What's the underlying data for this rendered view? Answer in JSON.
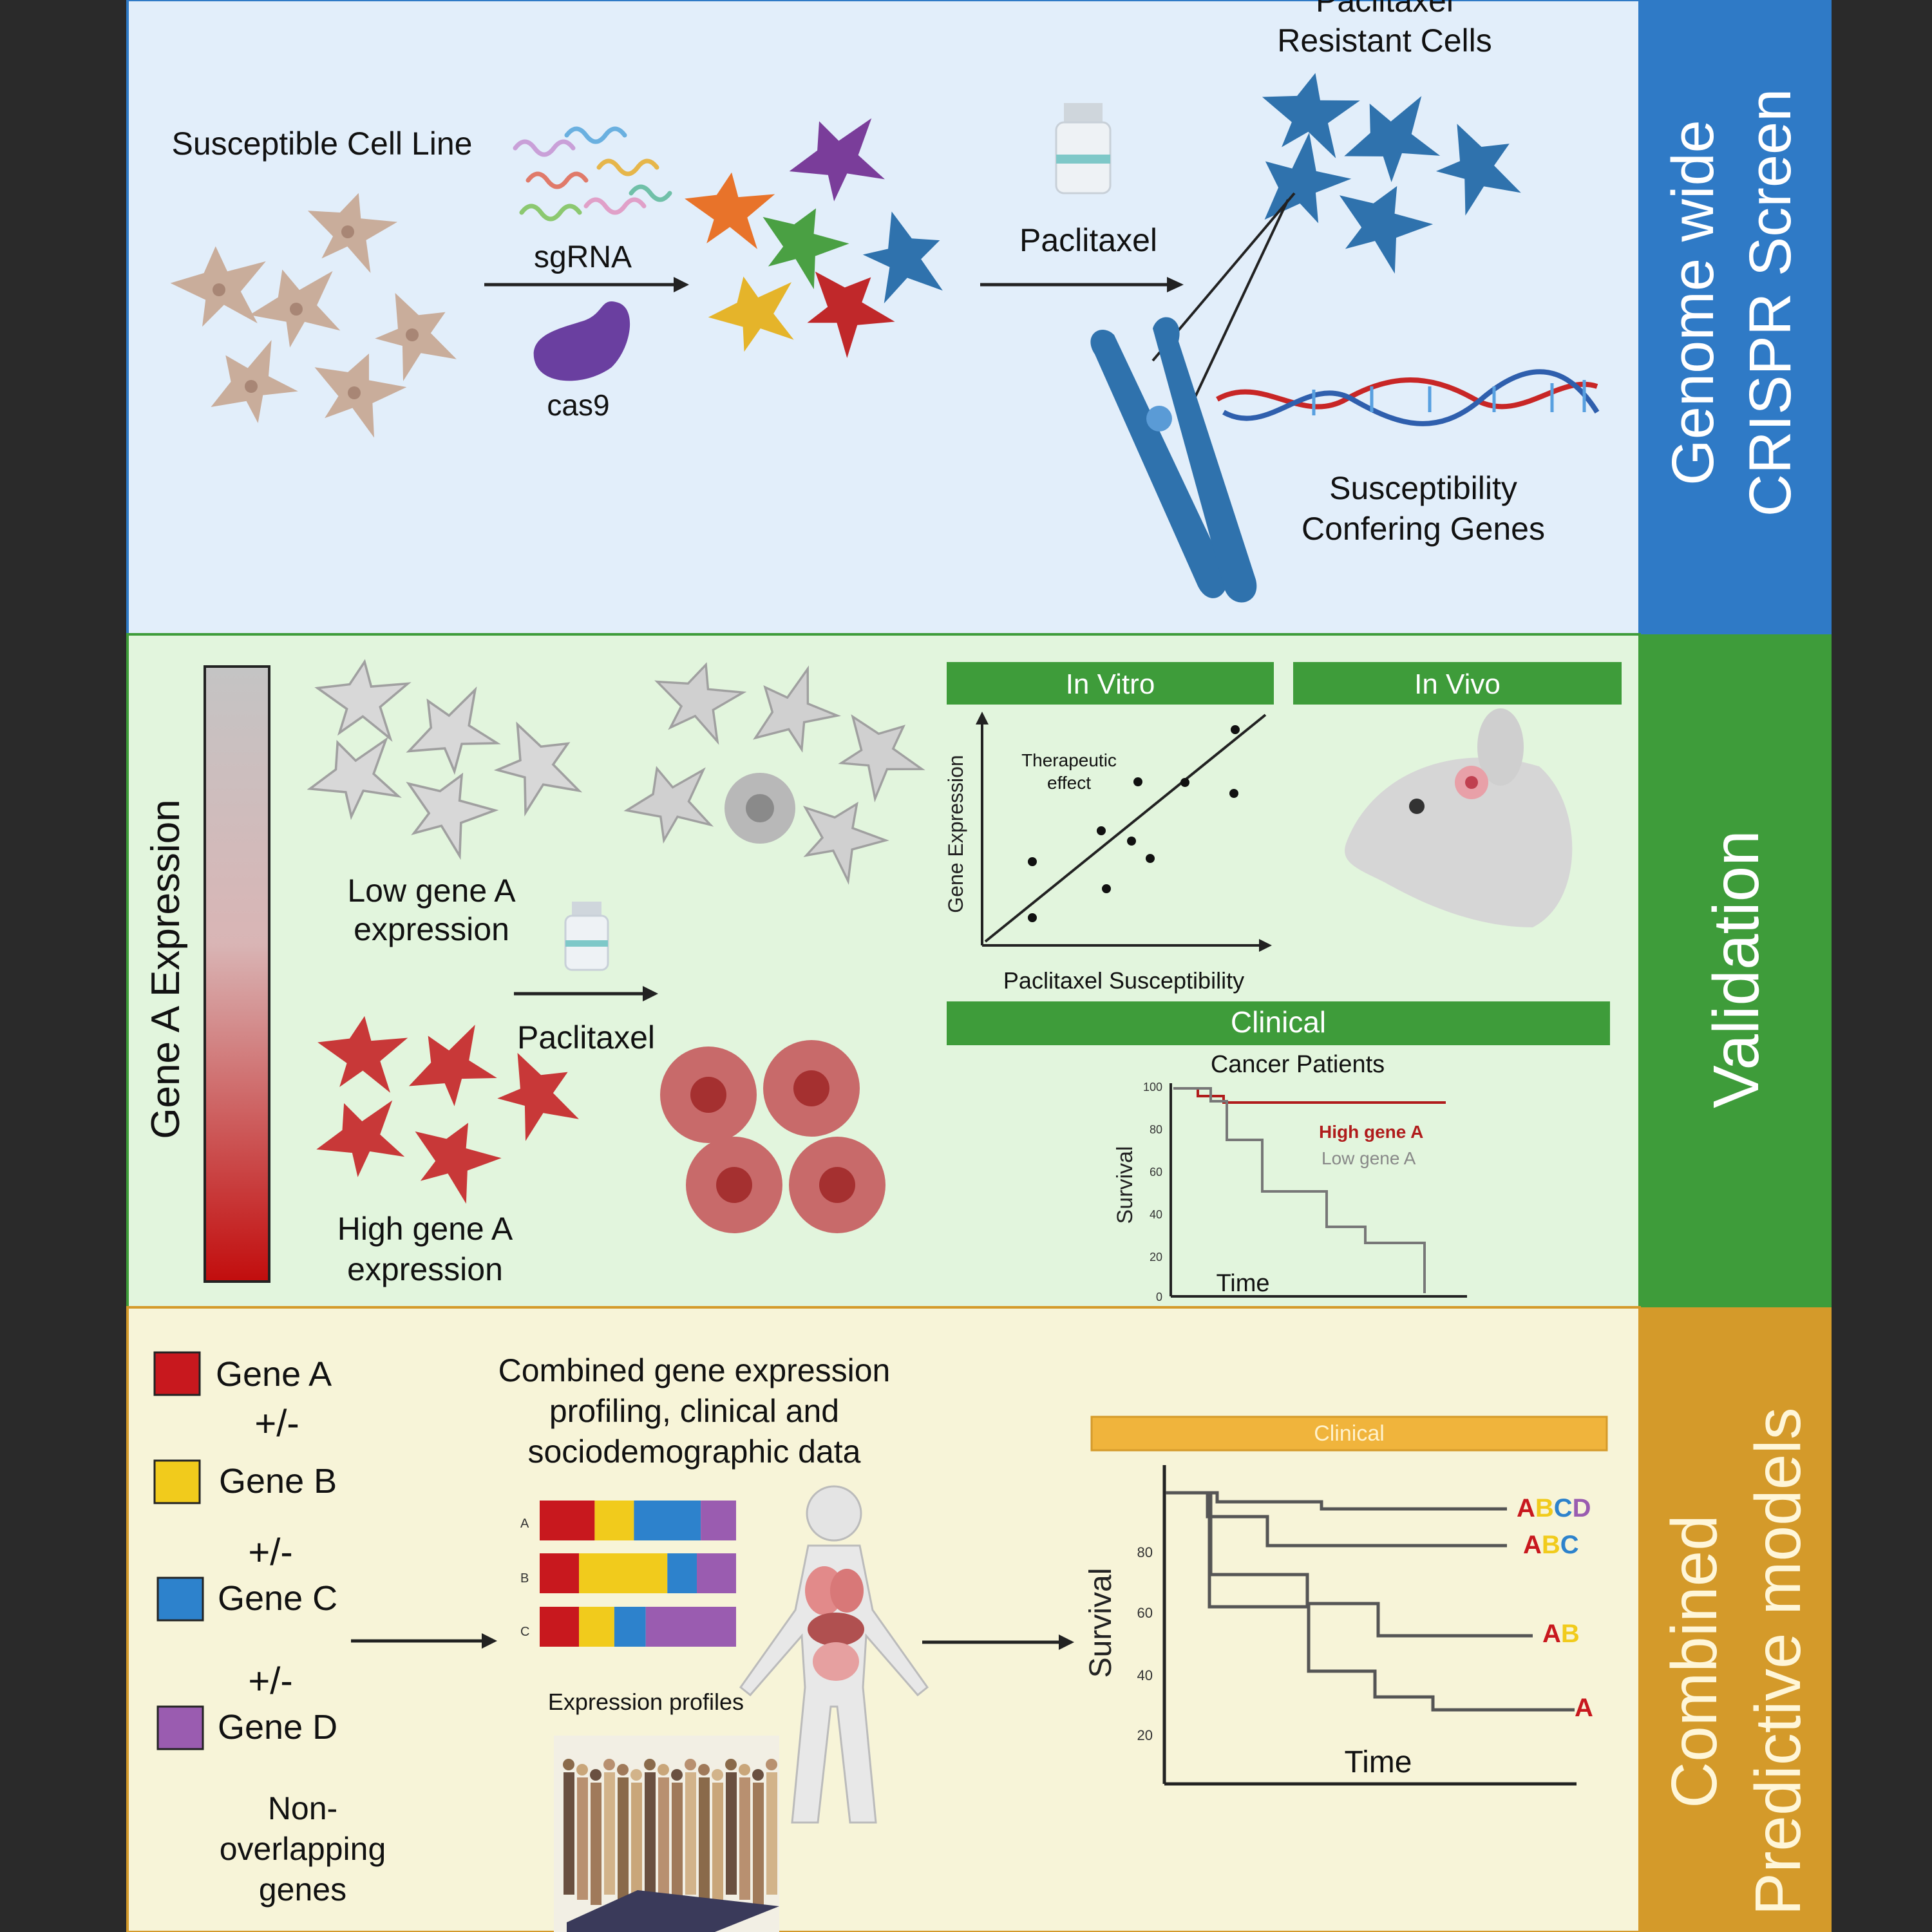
{
  "sections": {
    "crispr": {
      "band_lines": [
        "Genome wide",
        "CRISPR Screen"
      ],
      "susceptible_cell_line": "Susceptible Cell Line",
      "sgrna": "sgRNA",
      "cas9": "cas9",
      "paclitaxel": "Paclitaxel",
      "resistant_cells": [
        "Paclitaxel",
        "Resistant Cells"
      ],
      "genes": [
        "Susceptibility",
        "Confering Genes"
      ],
      "colors": {
        "bg": "#e2eefa",
        "band": "#2f7ac6",
        "cell_tan": "#c9ad9b",
        "cell_blue": "#2f72ad"
      }
    },
    "validation": {
      "band_label": "Validation",
      "gradient_label": "Gene A Expression",
      "low_label": [
        "Low gene A",
        "expression"
      ],
      "high_label": [
        "High gene A",
        "expression"
      ],
      "paclitaxel": "Paclitaxel",
      "in_vitro": "In Vitro",
      "in_vivo": "In Vivo",
      "therapeutic_effect": [
        "Therapeutic",
        "effect"
      ],
      "scatter_ylabel": "Gene Expression",
      "scatter_xlabel": "Paclitaxel Susceptibility",
      "clinical": "Clinical",
      "cancer_patients": "Cancer Patients",
      "survival": "Survival",
      "time": "Time",
      "km_ticks": [
        "100",
        "80",
        "60",
        "40",
        "20",
        "0"
      ],
      "high_gene": "High gene A",
      "low_gene": "Low gene A",
      "colors": {
        "bg": "#e2f5dd",
        "band": "#3e9c3a",
        "header": "#3e9c3a",
        "high": "#b01c1c",
        "low": "#888888"
      }
    },
    "models": {
      "band_lines": [
        "Combined",
        "Predictive models"
      ],
      "genes": [
        {
          "name": "Gene A",
          "color": "#c8181e"
        },
        {
          "name": "Gene B",
          "color": "#f1cb1c"
        },
        {
          "name": "Gene C",
          "color": "#2d82cc"
        },
        {
          "name": "Gene D",
          "color": "#9a5cb0"
        }
      ],
      "plus_minus": "+/-",
      "non_overlapping": [
        "Non-",
        "overlapping",
        "genes"
      ],
      "combined_text": [
        "Combined gene expression",
        "profiling, clinical and",
        "sociodemographic data"
      ],
      "profile_rows": [
        "A",
        "B",
        "C"
      ],
      "profiles": [
        [
          0.28,
          0.2,
          0.34,
          0.18
        ],
        [
          0.2,
          0.45,
          0.15,
          0.2
        ],
        [
          0.2,
          0.18,
          0.16,
          0.46
        ]
      ],
      "expression_profiles": "Expression profiles",
      "clinical": "Clinical",
      "survival": "Survival",
      "time": "Time",
      "km_ticks": [
        "80",
        "60",
        "40",
        "20"
      ],
      "curve_labels": [
        {
          "letters": [
            "A",
            "B",
            "C",
            "D"
          ]
        },
        {
          "letters": [
            "A",
            "B",
            "C"
          ]
        },
        {
          "letters": [
            "A",
            "B"
          ]
        },
        {
          "letters": [
            "A"
          ]
        }
      ],
      "colors": {
        "bg": "#f7f4d8",
        "band": "#d49a2a",
        "header": "#f0b43c"
      }
    }
  }
}
